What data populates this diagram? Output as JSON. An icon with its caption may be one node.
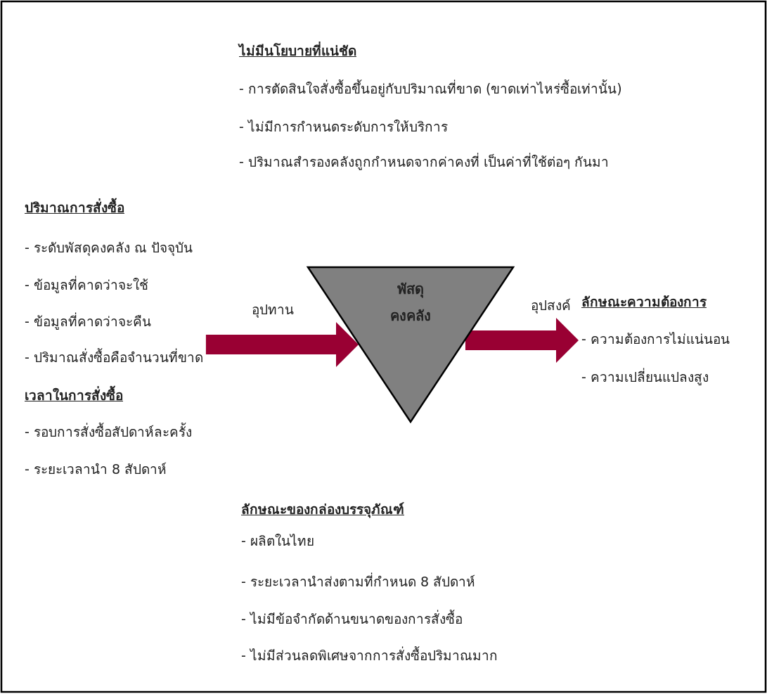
{
  "diagram": {
    "nodes": [
      {
        "text": [
          "ปริมาณการสั่งซื้อ",
          "- ระดับพัสดุคงคลัง ณ ปัจจุบัน",
          "- ข้อมูลที่คาดว่าจะใช้",
          "- ข้อมูลที่คาดว่าจะคืน",
          "- ปริมาณสั่งซื้อคือจำนวนที่ขาด"
        ]
      },
      {
        "text": [
          "พัสดุคงคลัง"
        ]
      },
      {
        "text": [
          "ลักษณะความต้องการ",
          "- ความต้องการไม่แน่นอน",
          "- ความเปลี่ยนแปลงสูง"
        ]
      }
    ],
    "edges": [
      {
        "from": 0,
        "to": 1,
        "arrow": "to",
        "label": "อุปทาน"
      },
      {
        "from": 1,
        "to": 2,
        "arrow": "to",
        "label": "อุปสงค์"
      }
    ],
    "labels": [
      "ไม่มีนโยบายที่แน่ชัด",
      "- การตัดสินใจสั่งซื้อขึ้นอยู่กับปริมาณที่ขาด (ขาดเท่าไหร่ซื้อเท่านั้น)",
      "- ไม่มีการกำหนดระดับการให้บริการ",
      "- ปริมาณสำรองคลังถูกกำหนดจากค่าคงที่ เป็นค่าที่ใช้ต่อๆ กันมา",
      "เวลาในการสั่งซื้อ",
      "- รอบการสั่งซื้อสัปดาห์ละครั้ง",
      "- ระยะเวลานำ 8 สัปดาห์",
      "ลักษณะของกล่องบรรจุภัณฑ์",
      "- ผลิตในไทย",
      "- ระยะเวลานำส่งตามที่กำหนด 8 สัปดาห์",
      "- ไม่มีข้อจำกัดด้านขนาดของการสั่งซื้อ",
      "- ไม่มีส่วนลดพิเศษจากการสั่งซื้อปริมาณมาก"
    ]
  }
}
